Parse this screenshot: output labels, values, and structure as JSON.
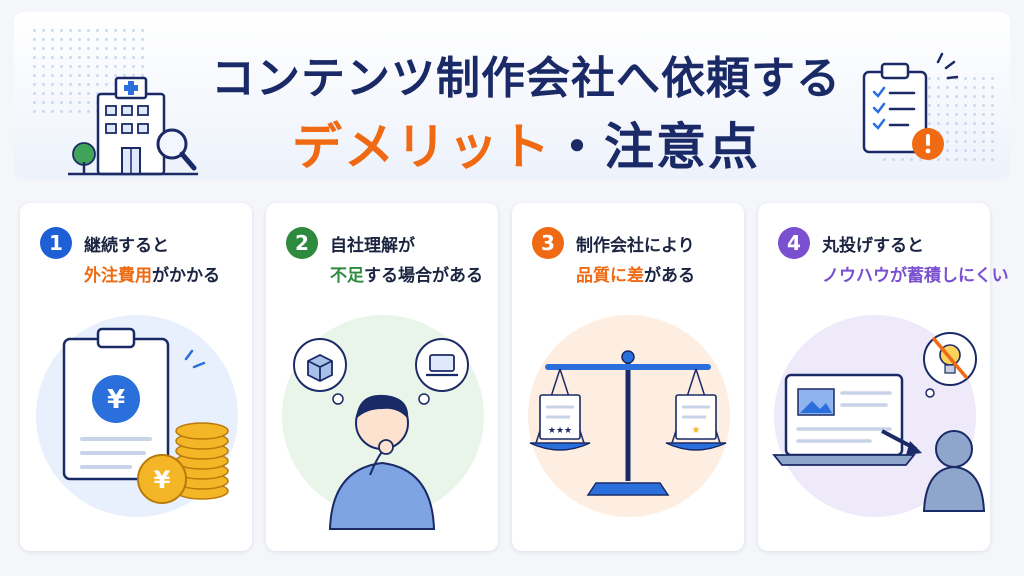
{
  "header": {
    "title_line1": "コンテンツ制作会社へ依頼する",
    "title_line2_highlight": "デメリット",
    "title_line2_rest": "・注意点"
  },
  "cards": [
    {
      "number": "1",
      "line1": "継続すると",
      "line2_highlight": "外注費用",
      "line2_rest": "がかかる",
      "accent": "#1f5fd6",
      "highlight_color": "#ef6a12",
      "icon_text": "¥"
    },
    {
      "number": "2",
      "line1": "自社理解が",
      "line2_highlight": "不足",
      "line2_rest": "する場合がある",
      "accent": "#2e8b3e",
      "highlight_color": "#2e8b3e"
    },
    {
      "number": "3",
      "line1": "制作会社により",
      "line2_highlight": "品質に差",
      "line2_rest": "がある",
      "accent": "#ef6a12",
      "highlight_color": "#ef6a12"
    },
    {
      "number": "4",
      "line1": "丸投げすると",
      "line2_highlight": "ノウハウが蓄積しにくい",
      "line2_rest": "",
      "accent": "#7a4fd0",
      "highlight_color": "#7a4fd0"
    }
  ]
}
